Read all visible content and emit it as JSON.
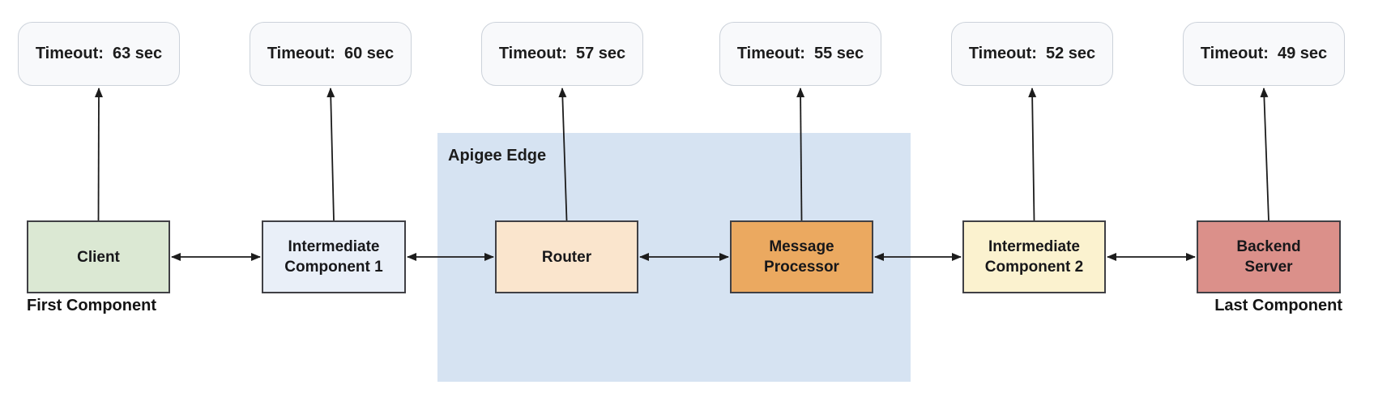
{
  "diagram": {
    "region": {
      "label": "Apigee Edge",
      "fill": "#d6e3f2"
    },
    "nodes": [
      {
        "id": "client",
        "label": "Client",
        "caption": "First Component",
        "timeout_label": "Timeout:  63 sec",
        "fill": "#dbe8d3"
      },
      {
        "id": "intermediate-component-1",
        "label": "Intermediate\nComponent 1",
        "timeout_label": "Timeout:  60 sec",
        "fill": "#e9eff8"
      },
      {
        "id": "router",
        "label": "Router",
        "timeout_label": "Timeout:  57 sec",
        "fill": "#fae5cd",
        "inside_region": "Apigee Edge"
      },
      {
        "id": "message-processor",
        "label": "Message\nProcessor",
        "timeout_label": "Timeout:  55 sec",
        "fill": "#eba960",
        "inside_region": "Apigee Edge"
      },
      {
        "id": "intermediate-component-2",
        "label": "Intermediate\nComponent 2",
        "timeout_label": "Timeout:  52 sec",
        "fill": "#fbf2cf"
      },
      {
        "id": "backend-server",
        "label": "Backend\nServer",
        "caption": "Last Component",
        "timeout_label": "Timeout:  49 sec",
        "fill": "#db908a"
      }
    ],
    "colors": {
      "timeout_box_fill": "#f8f9fb",
      "timeout_box_border": "#ccd2da",
      "node_border": "#404045",
      "arrow": "#1c1c1c",
      "text": "#1c1c1c",
      "background": "#ffffff"
    }
  }
}
